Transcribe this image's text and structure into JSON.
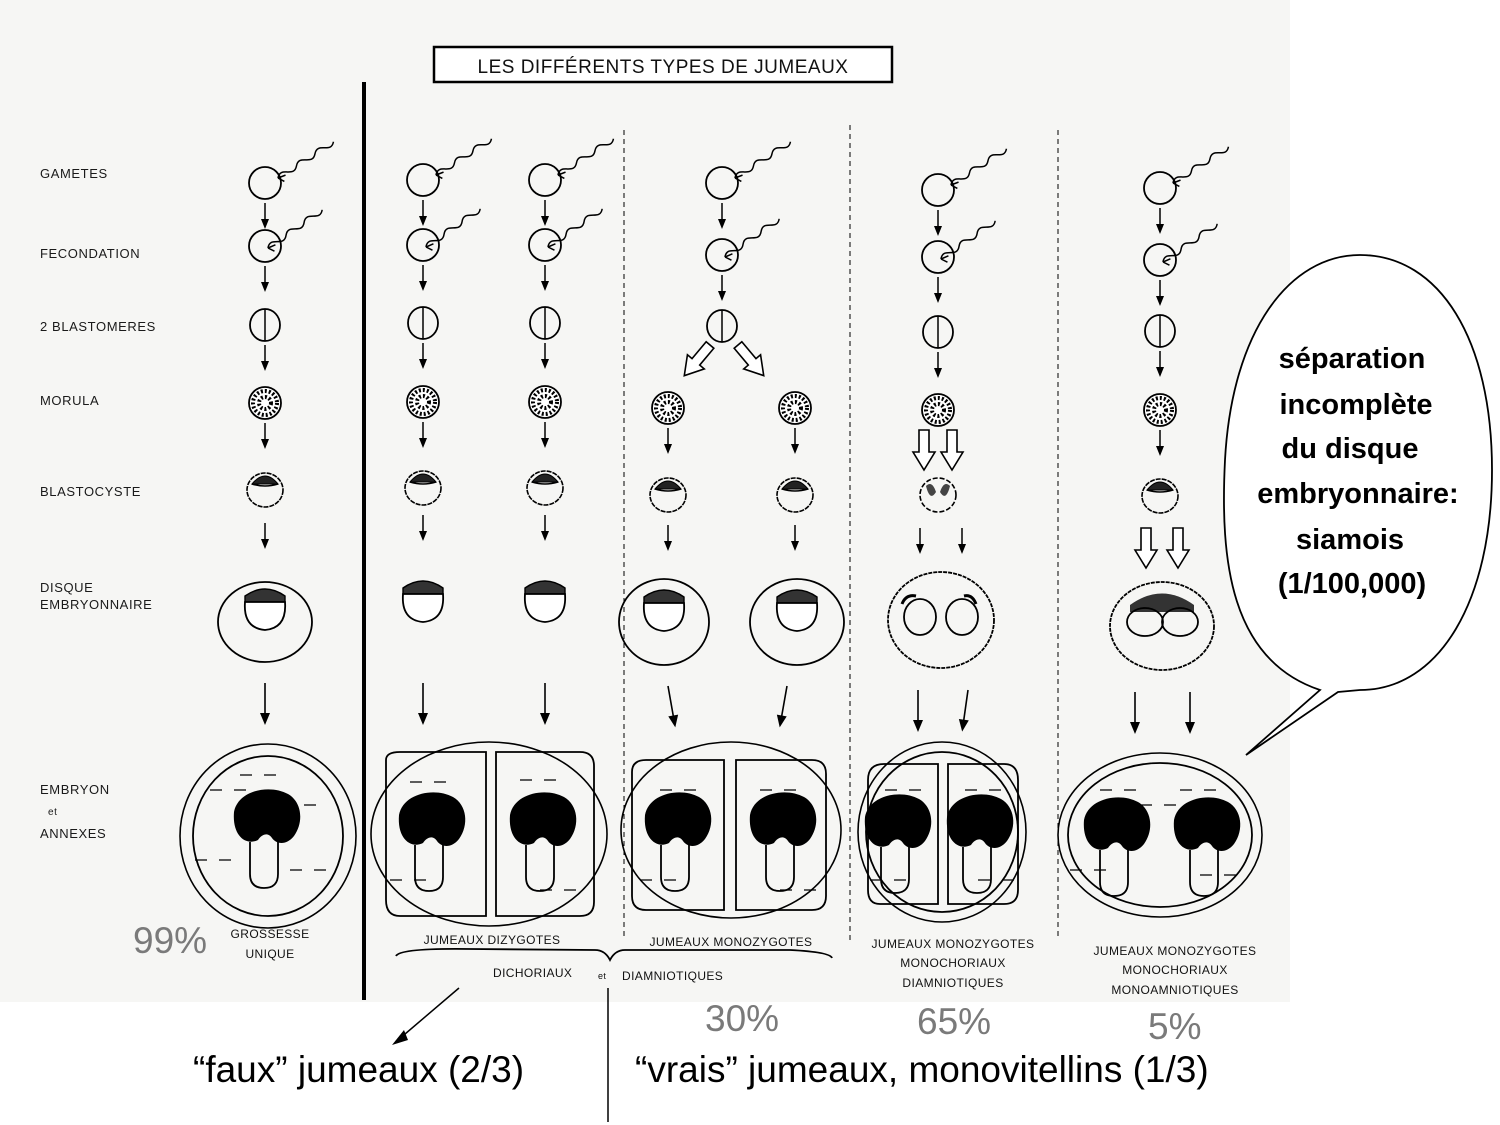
{
  "title": "LES DIFFÉRENTS TYPES DE JUMEAUX",
  "stages": [
    "GAMETES",
    "FECONDATION",
    "2 BLASTOMERES",
    "MORULA",
    "BLASTOCYSTE",
    "DISQUE",
    "EMBRYONNAIRE",
    "EMBRYON",
    "et",
    "ANNEXES"
  ],
  "captions": {
    "single_1": "GROSSESSE",
    "single_2": "UNIQUE",
    "dizygotes": "JUMEAUX DIZYGOTES",
    "monozygotes": "JUMEAUX MONOZYGOTES",
    "mono_diamn_1": "JUMEAUX MONOZYGOTES",
    "mono_diamn_2": "MONOCHORIAUX",
    "mono_diamn_3": "DIAMNIOTIQUES",
    "mono_monoamn_1": "JUMEAUX MONOZYGOTES",
    "mono_monoamn_2": "MONOCHORIAUX",
    "mono_monoamn_3": "MONOAMNIOTIQUES",
    "dichoriaux_1": "DICHORIAUX",
    "dichoriaux_2": "et",
    "dichoriaux_3": "DIAMNIOTIQUES"
  },
  "percentages": {
    "single": "99%",
    "dichorial_mono": "30%",
    "monochorial_diamniotic": "65%",
    "monoamniotic": "5%"
  },
  "bottom": {
    "faux": "“faux” jumeaux (2/3)",
    "vrais": "“vrais” jumeaux, monovitellins (1/3)"
  },
  "bubble": [
    "séparation",
    "incomplète",
    "du disque",
    "embryonnaire:",
    "siamois",
    "(1/100,000)"
  ]
}
